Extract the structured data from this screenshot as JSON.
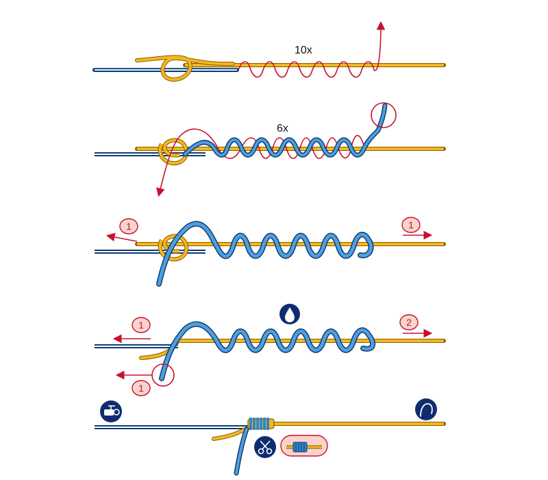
{
  "steps": {
    "step1_wrap_count": "10x",
    "step2_wrap_count": "6x"
  },
  "badges": {
    "s3_left": "1",
    "s3_right": "1",
    "s4_left": "1",
    "s4_right": "2",
    "s4_bottom": "1"
  },
  "icons": {
    "wet_knot": "water-drop-icon",
    "reel_side": "spinning-reel-icon",
    "hook_side": "fishing-hook-icon",
    "trim": "scissors-icon"
  },
  "colors": {
    "yellow_line": "#f2b81f",
    "blue_line": "#2f86c8",
    "red_tag": "#c8102e",
    "badge_fill": "#f8d4cc",
    "navy_icon": "#0f2d6e"
  }
}
